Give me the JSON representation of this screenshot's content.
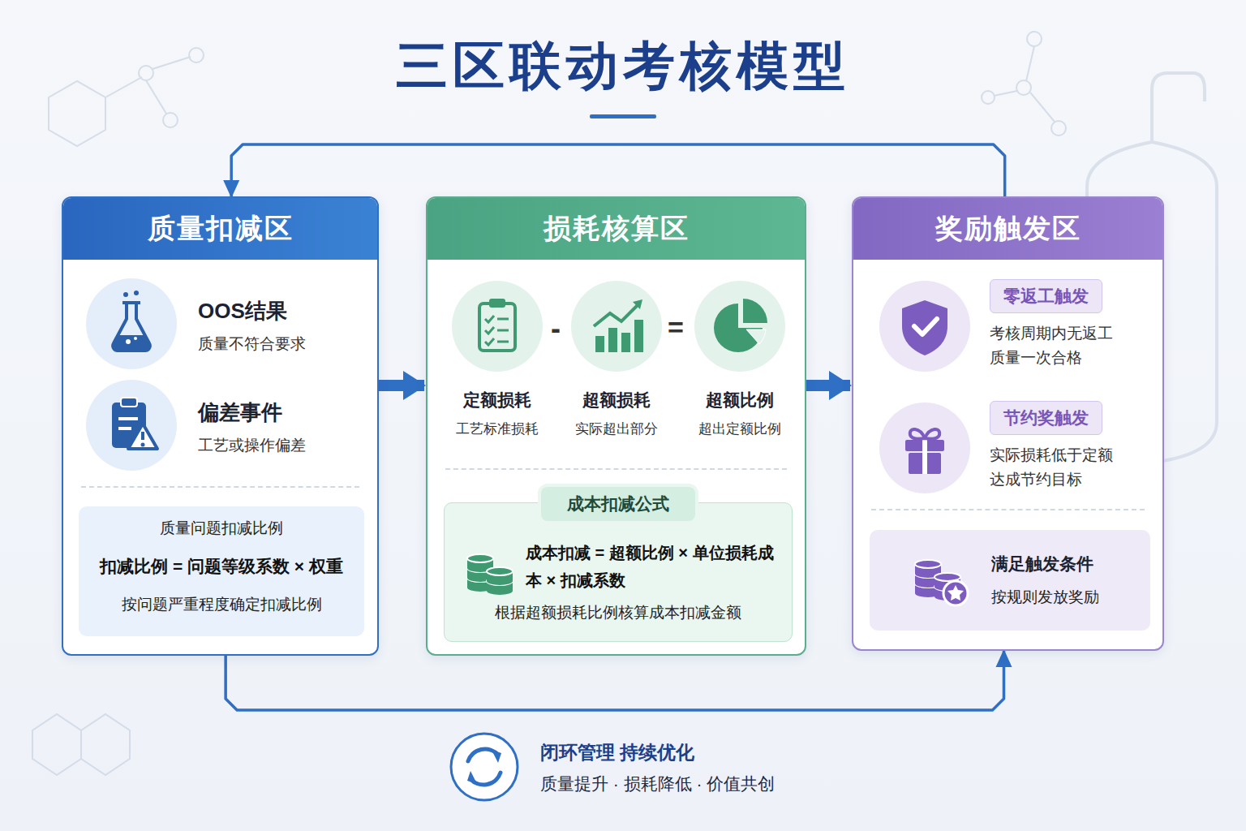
{
  "diagram": {
    "title": "三区联动考核模型",
    "nodes": [
      {
        "text": [
          "质量扣减区"
        ]
      },
      {
        "text": [
          "OOS结果",
          "质量不符合要求"
        ],
        "in": 0
      },
      {
        "text": [
          "偏差事件",
          "工艺或操作偏差"
        ],
        "in": 0
      },
      {
        "text": [
          "质量问题扣减比例",
          "扣减比例 = 问题等级系数 × 权重",
          "按问题严重程度确定扣减比例"
        ],
        "in": 0
      },
      {
        "text": [
          "损耗核算区"
        ]
      },
      {
        "text": [
          "定额损耗",
          "工艺标准损耗"
        ],
        "in": 4
      },
      {
        "text": [
          "超额损耗",
          "实际超出部分"
        ],
        "in": 4
      },
      {
        "text": [
          "超额比例",
          "超出定额比例"
        ],
        "in": 4
      },
      {
        "text": [
          "成本扣减公式",
          "成本扣减 = 超额比例 × 单位损耗成本 × 扣减系数",
          "根据超额损耗比例核算成本扣减金额"
        ],
        "in": 4
      },
      {
        "text": [
          "奖励触发区"
        ]
      },
      {
        "text": [
          "零返工触发",
          "考核周期内无返工 质量一次合格"
        ],
        "in": 9
      },
      {
        "text": [
          "节约奖触发",
          "实际损耗低于定额 达成节约目标"
        ],
        "in": 9
      },
      {
        "text": [
          "满足触发条件",
          "按规则发放奖励"
        ],
        "in": 9
      }
    ],
    "edges": [
      {
        "from": 0,
        "to": 4,
        "arrow": "to"
      },
      {
        "from": 4,
        "to": 9,
        "arrow": "to"
      },
      {
        "from": 9,
        "to": 0,
        "arrow": "to"
      },
      {
        "from": 0,
        "to": 9,
        "arrow": "to"
      }
    ],
    "labels": [
      "-",
      "=",
      "闭环管理 持续优化",
      "质量提升 · 损耗降低 · 价值共创"
    ]
  }
}
